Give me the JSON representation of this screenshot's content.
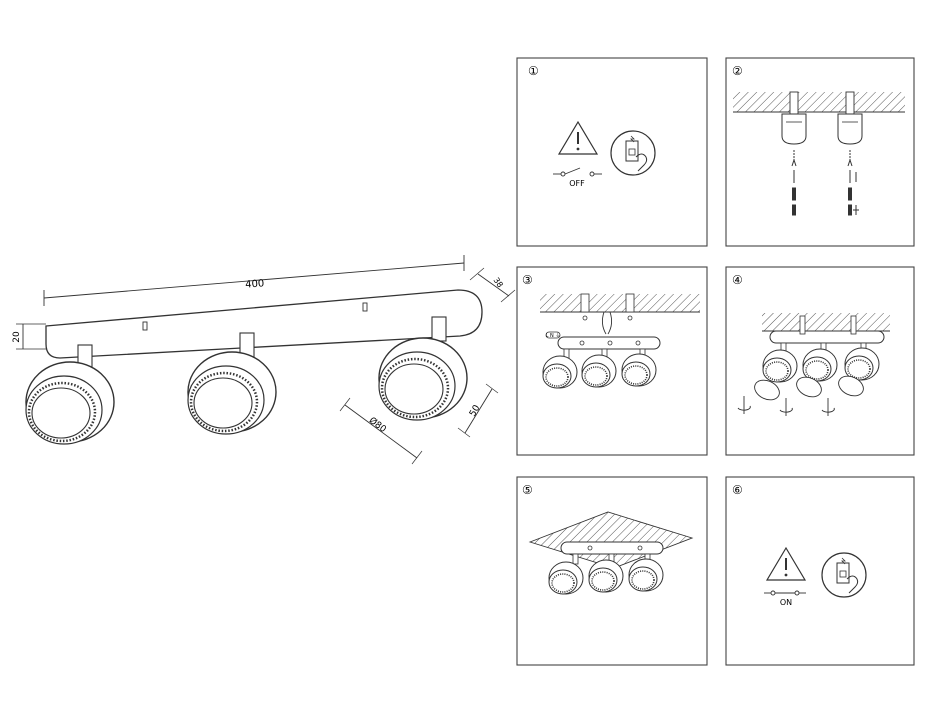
{
  "dimensions": {
    "length": "400",
    "height": "20",
    "depth": "38",
    "diameter": "Ø80",
    "spot_height": "50"
  },
  "steps": [
    {
      "number": "①",
      "switch_label": "OFF"
    },
    {
      "number": "②"
    },
    {
      "number": "③",
      "wire_label": "L N ⏚"
    },
    {
      "number": "④"
    },
    {
      "number": "⑤"
    },
    {
      "number": "⑥",
      "switch_label": "ON"
    }
  ],
  "colors": {
    "line": "#333333",
    "hatch": "#555555",
    "panel_border": "#444444"
  }
}
